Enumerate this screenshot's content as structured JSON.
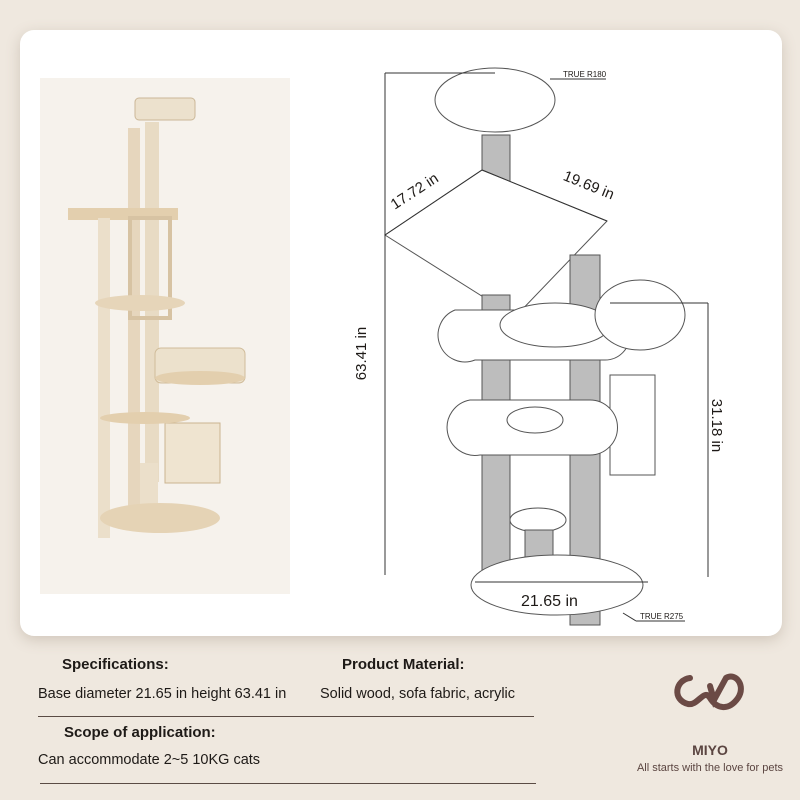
{
  "drawing": {
    "top_radius": "TRUE R180",
    "base_radius": "TRUE R275",
    "depth": "17.72 in",
    "width": "19.69 in",
    "height": "63.41 in",
    "side_height": "31.18 in",
    "base_diameter": "21.65 in"
  },
  "specs": {
    "specifications_label": "Specifications:",
    "specifications_value": "Base diameter 21.65 in height 63.41 in",
    "material_label": "Product Material:",
    "material_value": "Solid wood, sofa fabric, acrylic",
    "scope_label": "Scope of application:",
    "scope_value": "Can accommodate 2~5 10KG cats"
  },
  "brand": {
    "name": "MIYO",
    "tagline": "All starts with the love for pets",
    "color": "#6b4a45"
  }
}
